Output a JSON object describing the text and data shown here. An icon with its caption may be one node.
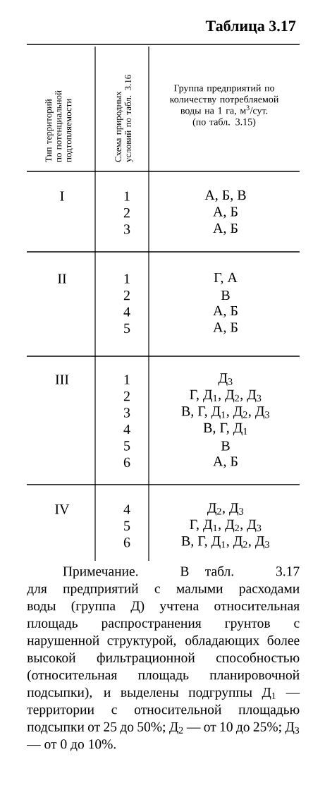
{
  "diagram": {
    "title": "Таблица 3.17",
    "caption": "Примечание. В табл. 3.17 для предприятий с малыми расходами воды (группа Д) учтена относительная площадь распространения грунтов с нарушенной структурой, обладающих более высокой фильтрационной способностью (относительная площадь планировочной подсыпки), и выделены подгруппы Д$_{1}$ — территории с относительной площадью подсыпки от 25 до 50%; Д$_{2}$ — от 10 до 25%; Д$_{3}$ — от 0 до 10%.",
    "labels": [
      "Тип территорий по потенциальной подтопляемости",
      "Схема природных условий по табл. 3.16",
      "Группа предприятий по количеству потребляемой воды на 1 га, м$^{3}$/сут. (по табл. 3.15)",
      "I",
      "1",
      "А, Б, В",
      "2",
      "А, Б",
      "3",
      "А, Б",
      "II",
      "1",
      "Г, А",
      "2",
      "В",
      "4",
      "А, Б",
      "5",
      "А, Б",
      "III",
      "1",
      "Д$_{3}$",
      "2",
      "Г, Д$_{1}$, Д$_{2}$, Д$_{3}$",
      "3",
      "В, Г, Д$_{1}$, Д$_{2}$, Д$_{3}$",
      "4",
      "В, Г, Д$_{1}$",
      "5",
      "В",
      "6",
      "А, Б",
      "IV",
      "4",
      "Д$_{2}$, Д$_{3}$",
      "5",
      "Г, Д$_{1}$, Д$_{2}$, Д$_{3}$",
      "6",
      "В, Г, Д$_{1}$, Д$_{2}$, Д$_{3}$"
    ]
  }
}
